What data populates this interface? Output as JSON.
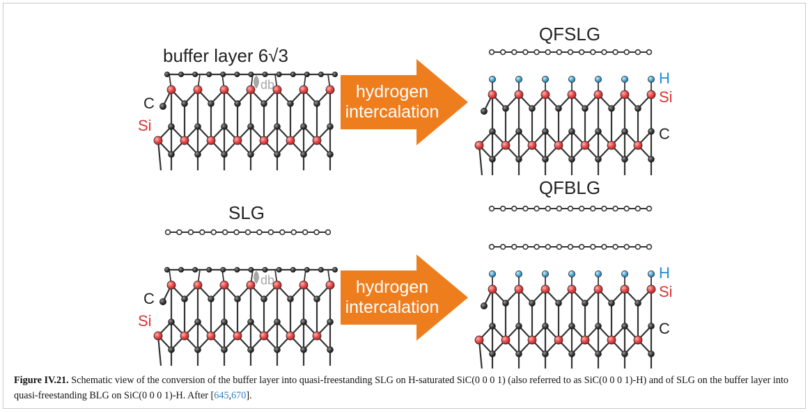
{
  "figure": {
    "top_left_title": "buffer layer 6√3",
    "top_right_title": "QFSLG",
    "bottom_left_title": "SLG",
    "bottom_right_title": "QFBLG",
    "arrow_line1": "hydrogen",
    "arrow_line2": "intercalation",
    "label_C": "C",
    "label_Si": "Si",
    "label_H": "H",
    "label_db": "db"
  },
  "caption": {
    "label": "Figure IV.21.",
    "body": "Schematic view of the conversion of the buffer layer into quasi-freestanding SLG on H-saturated SiC(0 0 0 1) (also referred to as SiC(0 0 0 1)-H) and of SLG on the buffer layer into quasi-freestanding BLG on SiC(0 0 0 1)-H. After [",
    "ref1": "645",
    "sep": ",",
    "ref2": "670",
    "end": "]."
  },
  "colors": {
    "arrow": "#ee7d1e",
    "si_atom": "#e94b4b",
    "c_atom": "#3a3a3a",
    "h_atom": "#4aa6d6",
    "h_label": "#1f8ed6",
    "si_label": "#d63434",
    "db": "#a8a8a8"
  }
}
